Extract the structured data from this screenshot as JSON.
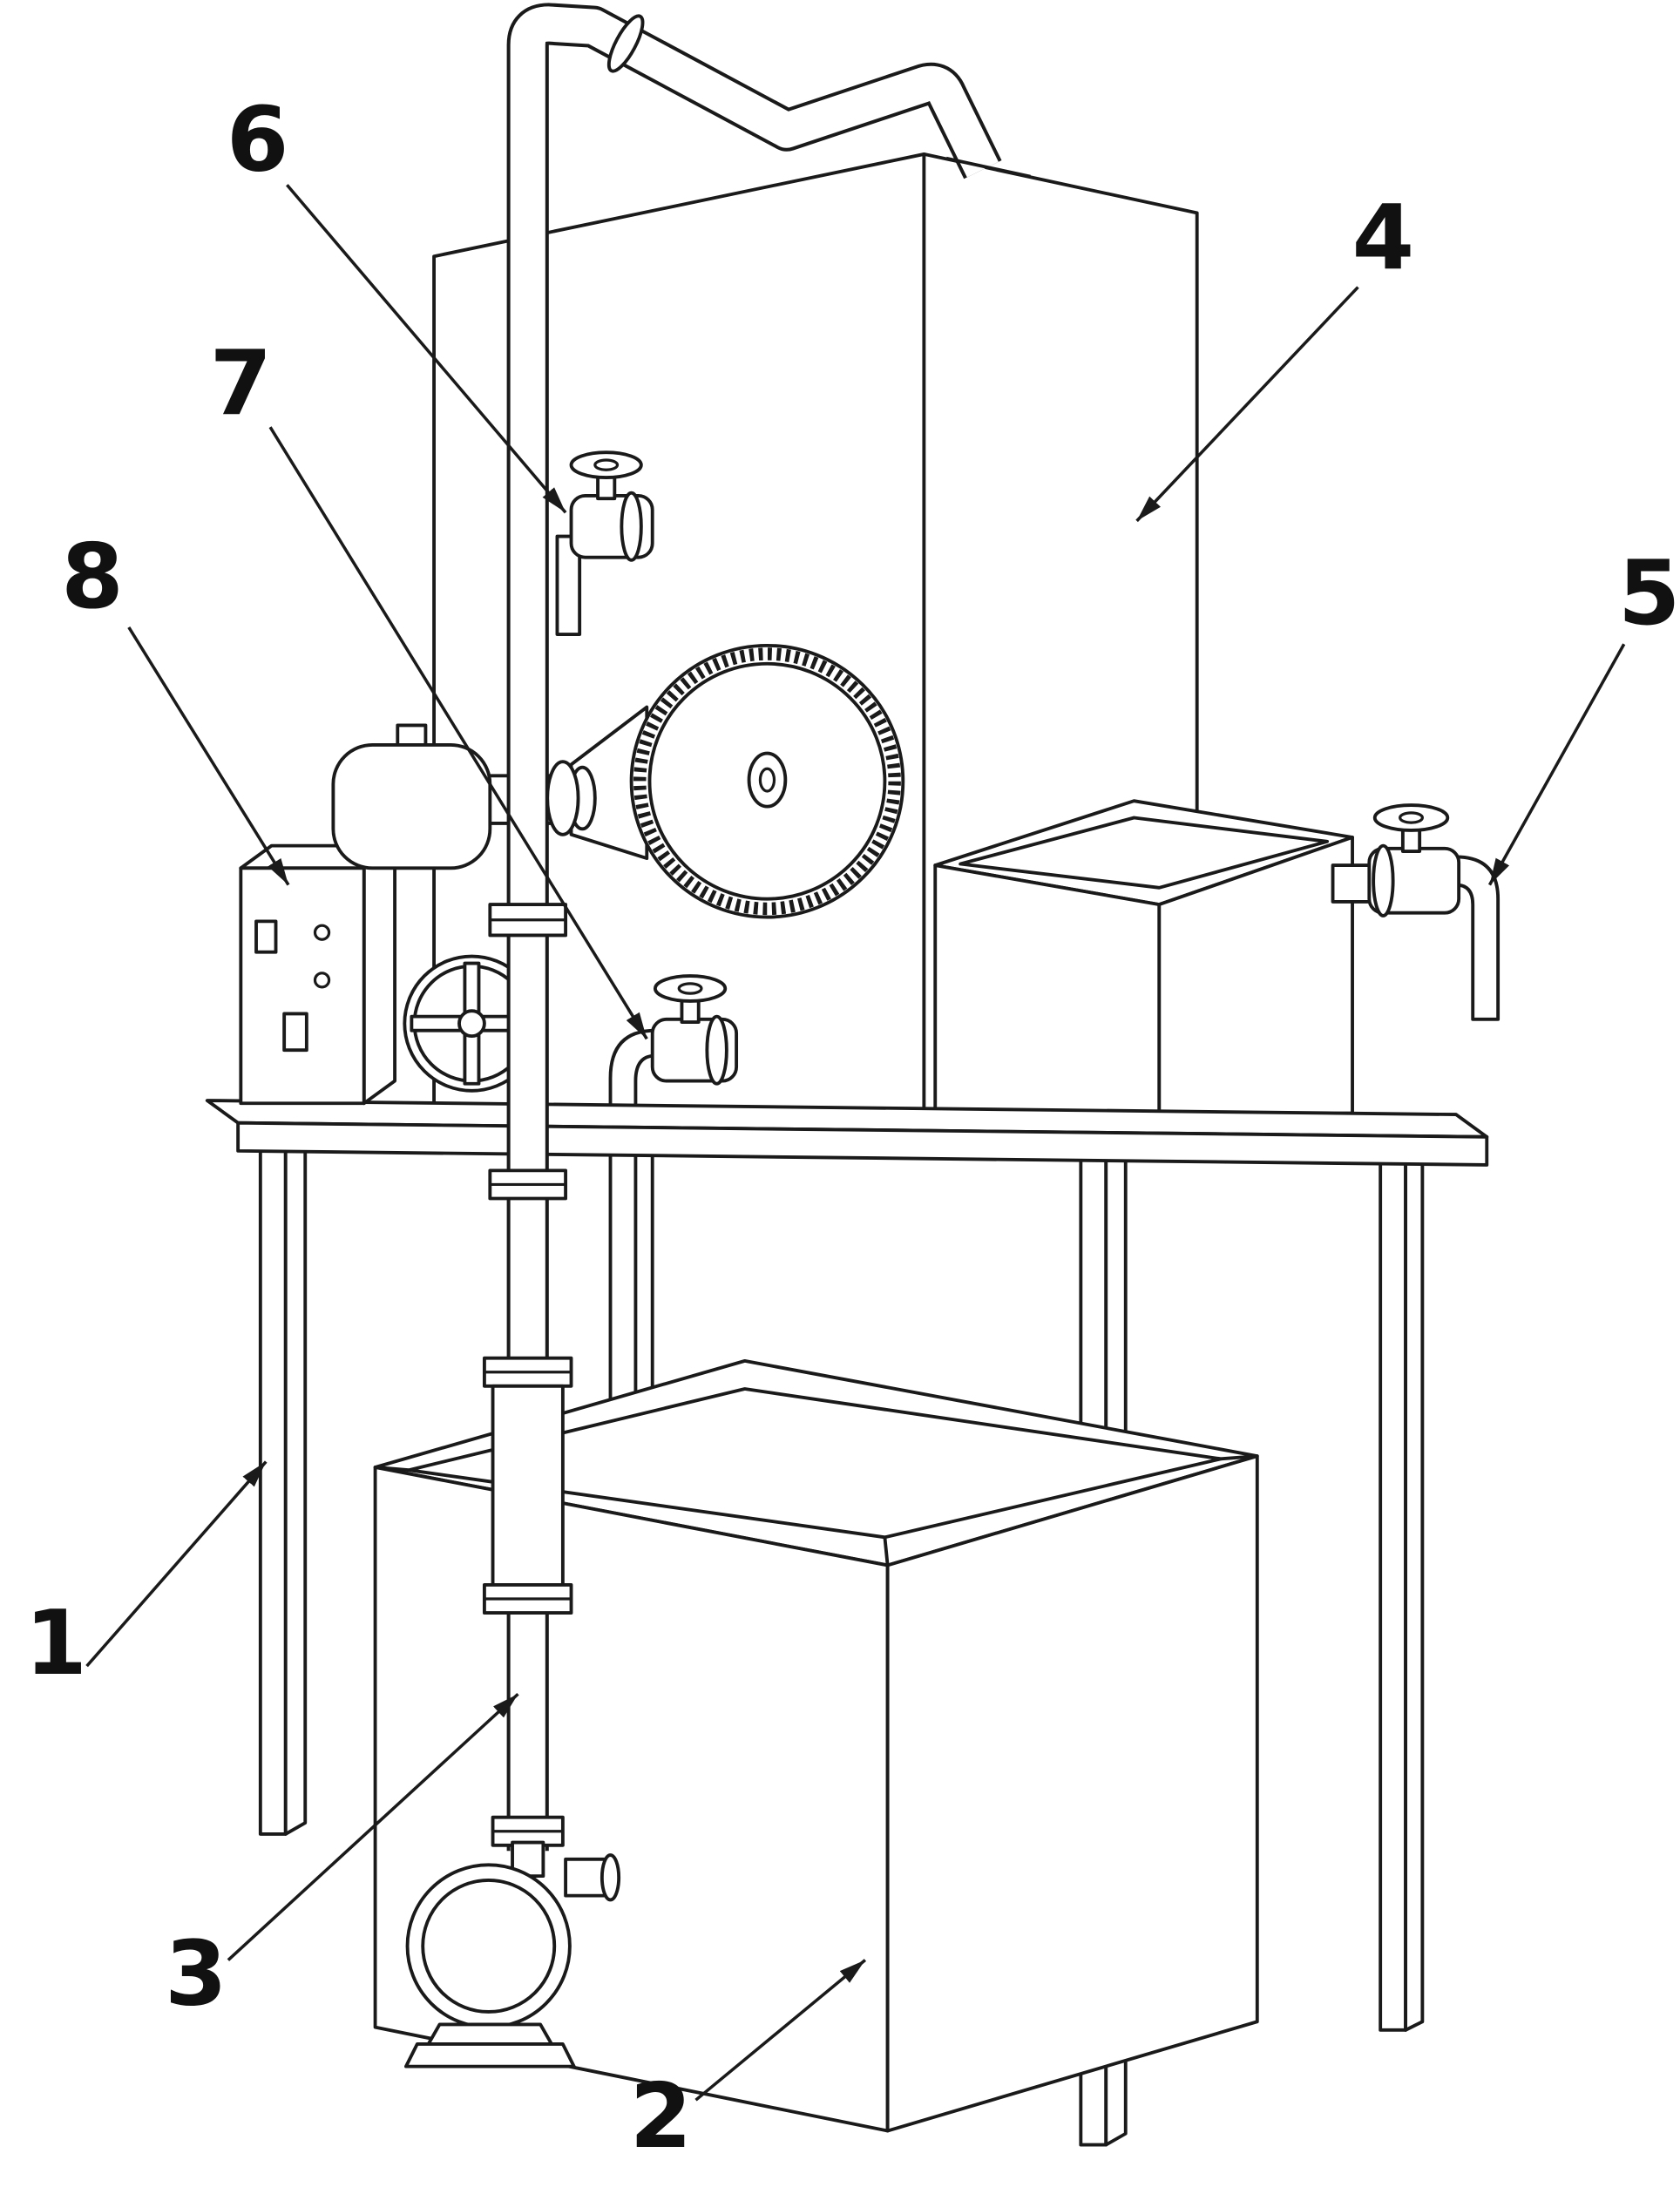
{
  "figure": {
    "kind": "technical-line-drawing",
    "callouts": [
      {
        "text": "1"
      },
      {
        "text": "2"
      },
      {
        "text": "3"
      },
      {
        "text": "4"
      },
      {
        "text": "5"
      },
      {
        "text": "6"
      },
      {
        "text": "7"
      },
      {
        "text": "8"
      }
    ]
  },
  "colors": {
    "line": "#1a1a1a",
    "background": "#ffffff"
  }
}
